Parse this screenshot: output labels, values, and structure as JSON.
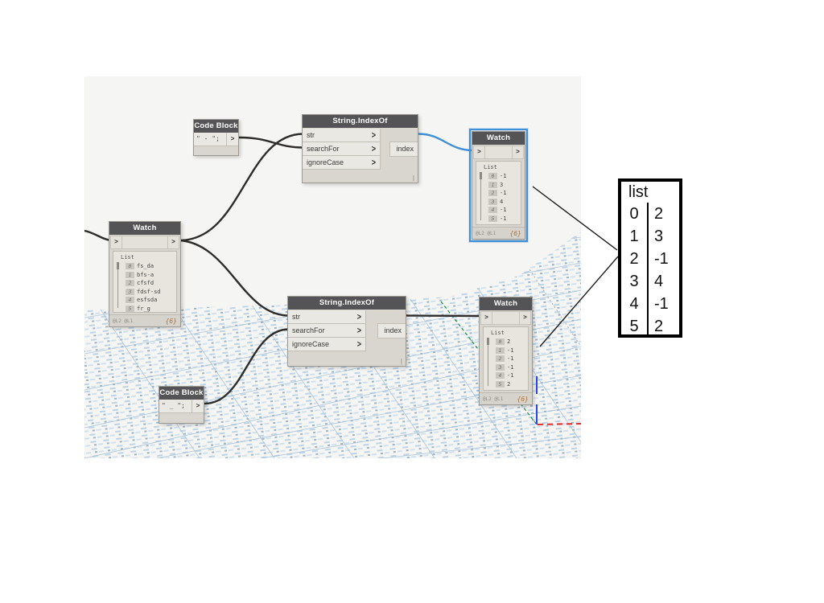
{
  "glyphs": {
    "port": ">",
    "lacing": "|"
  },
  "colors": {
    "selection_blue": "#3E8FD8",
    "wire": "#2e2d2b",
    "wire_selected": "#3E8FD8",
    "axis_x_red": "#e03131",
    "axis_y_green": "#1e8f3e",
    "axis_z_blue": "#2a46e8",
    "grid_blue": "#b9d2e7",
    "annotation_line": "#1b1b1b"
  },
  "nodes": {
    "code_block_top": {
      "title": "Code Block",
      "code": "\" - \";"
    },
    "code_block_bottom": {
      "title": "Code Block",
      "code": "\" _ \";"
    },
    "indexof_top": {
      "title": "String.IndexOf",
      "inputs": [
        "str",
        "searchFor",
        "ignoreCase"
      ],
      "output": "index"
    },
    "indexof_bottom": {
      "title": "String.IndexOf",
      "inputs": [
        "str",
        "searchFor",
        "ignoreCase"
      ],
      "output": "index"
    },
    "watch_left": {
      "title": "Watch",
      "list_label": "List",
      "levels": "@L2 @L1",
      "count": "{6}",
      "items": [
        {
          "i": "0",
          "v": "fs_da"
        },
        {
          "i": "1",
          "v": "bfs-a"
        },
        {
          "i": "2",
          "v": "cfsfd"
        },
        {
          "i": "3",
          "v": "fdsf-sd"
        },
        {
          "i": "4",
          "v": "esfsda"
        },
        {
          "i": "5",
          "v": "fr_g"
        }
      ]
    },
    "watch_top": {
      "title": "Watch",
      "list_label": "List",
      "levels": "@L2 @L1",
      "count": "{6}",
      "items": [
        {
          "i": "0",
          "v": "-1"
        },
        {
          "i": "1",
          "v": "3"
        },
        {
          "i": "2",
          "v": "-1"
        },
        {
          "i": "3",
          "v": "4"
        },
        {
          "i": "4",
          "v": "-1"
        },
        {
          "i": "5",
          "v": "-1"
        }
      ]
    },
    "watch_bottom": {
      "title": "Watch",
      "list_label": "List",
      "levels": "@L2 @L1",
      "count": "{6}",
      "items": [
        {
          "i": "0",
          "v": "2"
        },
        {
          "i": "1",
          "v": "-1"
        },
        {
          "i": "2",
          "v": "-1"
        },
        {
          "i": "3",
          "v": "-1"
        },
        {
          "i": "4",
          "v": "-1"
        },
        {
          "i": "5",
          "v": "2"
        }
      ]
    }
  },
  "annotation": {
    "title": "list",
    "rows": [
      {
        "i": "0",
        "v": "2"
      },
      {
        "i": "1",
        "v": "3"
      },
      {
        "i": "2",
        "v": "-1"
      },
      {
        "i": "3",
        "v": "4"
      },
      {
        "i": "4",
        "v": "-1"
      },
      {
        "i": "5",
        "v": "2"
      }
    ]
  }
}
